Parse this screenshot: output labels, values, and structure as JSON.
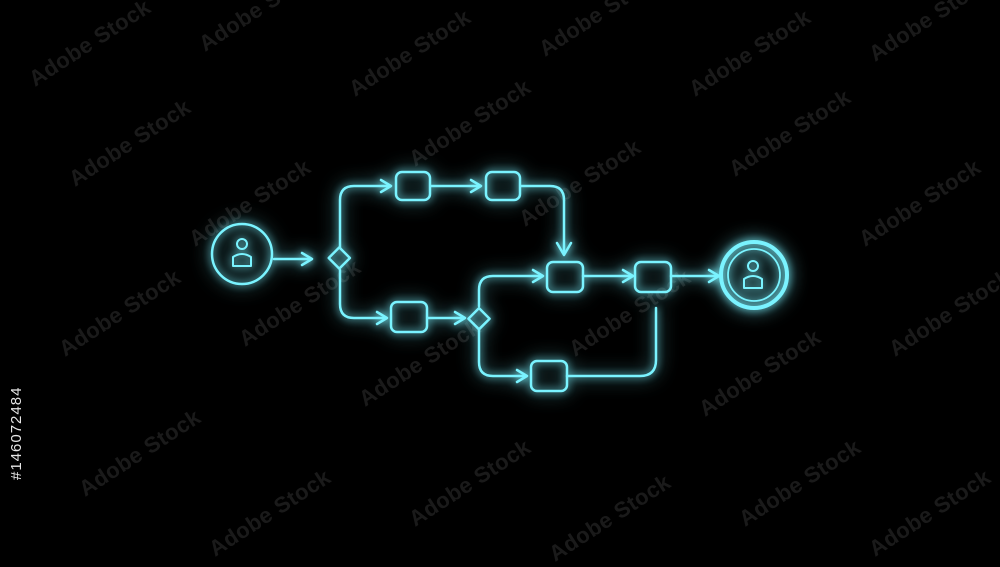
{
  "diagram": {
    "type": "bpmn-process-flow",
    "glow_color": "#38e6ff",
    "line_color": "#7af3ff",
    "background": "#000000",
    "nodes": [
      {
        "id": "start-event",
        "kind": "event",
        "icon": "person-icon"
      },
      {
        "id": "gateway-1",
        "kind": "gateway"
      },
      {
        "id": "task-1",
        "kind": "task"
      },
      {
        "id": "task-2",
        "kind": "task"
      },
      {
        "id": "task-3",
        "kind": "task"
      },
      {
        "id": "gateway-2",
        "kind": "gateway"
      },
      {
        "id": "task-4",
        "kind": "task"
      },
      {
        "id": "task-5",
        "kind": "task"
      },
      {
        "id": "task-6",
        "kind": "task"
      },
      {
        "id": "end-event",
        "kind": "event",
        "icon": "person-icon"
      }
    ],
    "edges": [
      [
        "start-event",
        "gateway-1"
      ],
      [
        "gateway-1",
        "task-1"
      ],
      [
        "task-1",
        "task-2"
      ],
      [
        "task-2",
        "task-4"
      ],
      [
        "gateway-1",
        "task-3"
      ],
      [
        "task-3",
        "gateway-2"
      ],
      [
        "gateway-2",
        "task-4"
      ],
      [
        "gateway-2",
        "task-6"
      ],
      [
        "task-4",
        "task-5"
      ],
      [
        "task-5",
        "end-event"
      ],
      [
        "task-6",
        "task-5"
      ]
    ]
  },
  "watermark": {
    "text": "Adobe Stock",
    "stock_id": "#146072484"
  }
}
